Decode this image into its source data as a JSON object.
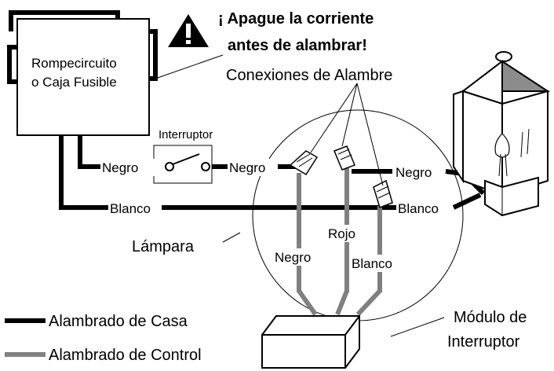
{
  "warning": {
    "line1": "¡ Apague la corriente",
    "line2": "antes de alambrar!",
    "icon": "warning-triangle-icon"
  },
  "breaker": {
    "line1": "Rompecircuito",
    "line2": "o Caja Fusible"
  },
  "connections_label": "Conexiones de Alambre",
  "switch_label": "Interruptor",
  "wires": {
    "negro_1": "Negro",
    "negro_2": "Negro",
    "negro_3": "Negro",
    "blanco_1": "Blanco",
    "blanco_2": "Blanco",
    "rojo": "Rojo",
    "negro_ctrl": "Negro",
    "blanco_ctrl": "Blanco"
  },
  "lamp_label": "Lámpara",
  "module": {
    "line1": "Módulo de",
    "line2": "Interruptor"
  },
  "legend": {
    "house": "Alambrado de Casa",
    "control": "Alambrado de Control"
  },
  "colors": {
    "house_wire": "#000000",
    "control_wire": "#808080",
    "lamp_top": "#8c8c8c"
  }
}
